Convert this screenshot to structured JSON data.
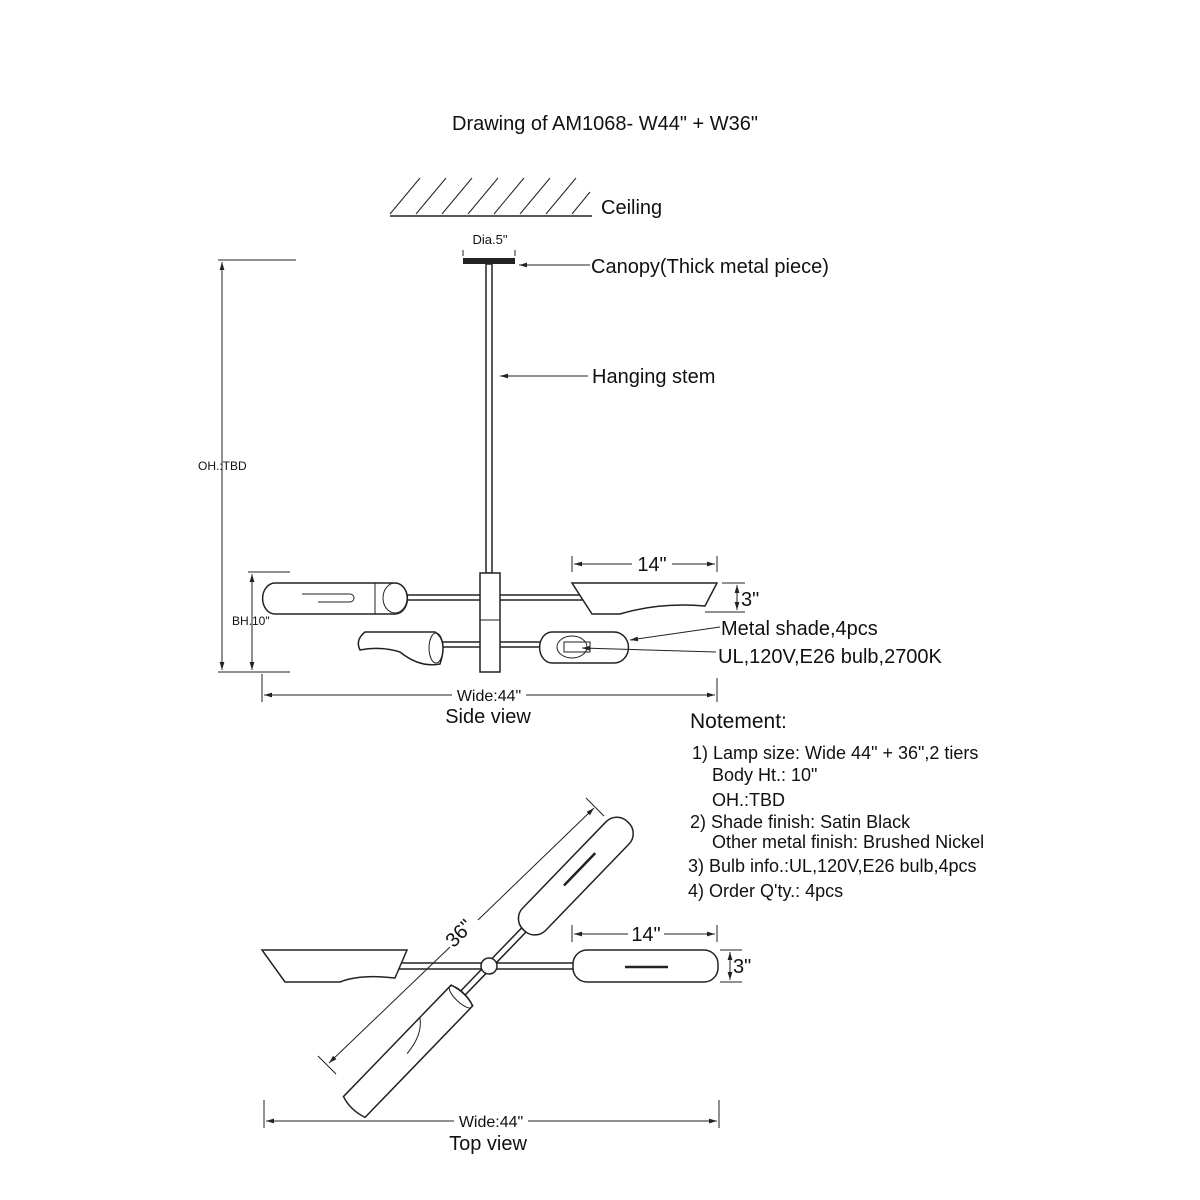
{
  "title": "Drawing of AM1068- W44\" + W36\"",
  "side_view": {
    "caption": "Side view",
    "ceiling_label": "Ceiling",
    "canopy_dim": "Dia.5\"",
    "canopy_label": "Canopy(Thick metal piece)",
    "stem_label": "Hanging stem",
    "overall_height": "OH.:TBD",
    "body_height": "BH.10\"",
    "shade_width": "14\"",
    "shade_height": "3\"",
    "shade_label": "Metal shade,4pcs",
    "bulb_label": "UL,120V,E26 bulb,2700K",
    "width": "Wide:44\""
  },
  "notes": {
    "heading": "Notement:",
    "lines": [
      "1) Lamp size: Wide 44\" + 36\",2 tiers",
      "Body Ht.: 10\"",
      "OH.:TBD",
      "2) Shade finish: Satin Black",
      "Other metal finish: Brushed Nickel",
      "3) Bulb info.:UL,120V,E26 bulb,4pcs",
      "4) Order Q'ty.: 4pcs"
    ]
  },
  "top_view": {
    "caption": "Top view",
    "diagonal": "36\"",
    "shade_width": "14\"",
    "shade_height": "3\"",
    "width": "Wide:44\""
  }
}
